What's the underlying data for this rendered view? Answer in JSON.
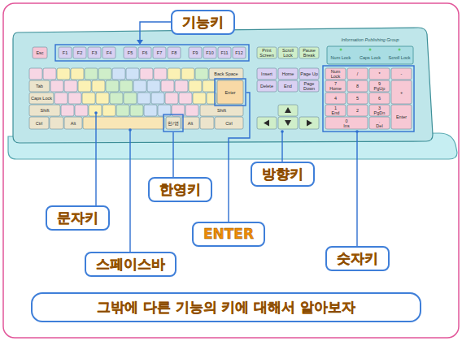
{
  "diagram": {
    "nodes": [
      {
        "text": [
          "기능키"
        ]
      },
      {
        "text": [
          "방향키"
        ]
      },
      {
        "text": [
          "한영키"
        ]
      },
      {
        "text": [
          "문자키"
        ]
      },
      {
        "text": [
          "ENTER"
        ]
      },
      {
        "text": [
          "숫자키"
        ]
      },
      {
        "text": [
          "스페이스바"
        ]
      },
      {
        "text": [
          "그밖에 다른 기능의 키에 대해서 알아보자"
        ]
      }
    ],
    "labels": [
      "Esc",
      "F1",
      "F2",
      "F3",
      "F4",
      "F5",
      "F6",
      "F7",
      "F8",
      "F9",
      "F10",
      "F11",
      "F12",
      "Print Screen",
      "Scroll Lock",
      "Pause Break",
      "Information Publishing Group",
      "Num Lock",
      "Caps Lock",
      "Scroll Lock",
      "Back Space",
      "Tab",
      "Caps Lock",
      "Shift",
      "Shift",
      "Enter",
      "Ctrl",
      "Alt",
      "한/영",
      "Alt",
      "Ctrl",
      "Insert",
      "Home",
      "Page Up",
      "Delete",
      "End",
      "Page Down",
      "Num Lock",
      "/",
      "*",
      "-",
      "7",
      "Home",
      "8",
      "9",
      "PgUp",
      "+",
      "4",
      "5",
      "6",
      "1",
      "End",
      "2",
      "3",
      "PgDn",
      "Enter",
      "0",
      "Ins",
      ".",
      "Del"
    ]
  }
}
